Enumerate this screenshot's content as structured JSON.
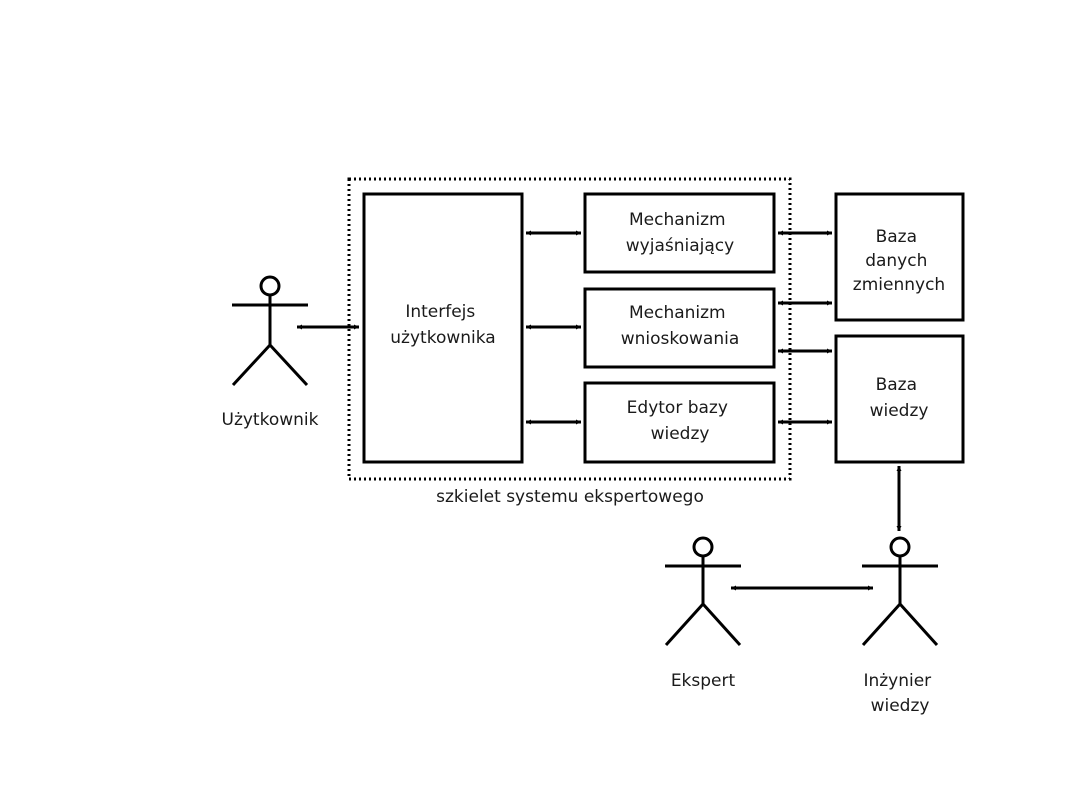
{
  "diagram": {
    "frame_label": "szkielet systemu ekspertowego",
    "boxes": {
      "interface": [
        "Interfejs",
        "użytkownika"
      ],
      "explanation": [
        "Mechanizm",
        "wyjaśniający"
      ],
      "inference": [
        "Mechanizm",
        "wnioskowania"
      ],
      "editor": [
        "Edytor bazy",
        "wiedzy"
      ],
      "variables_db": [
        "Baza",
        "danych",
        "zmiennych"
      ],
      "knowledge_base": [
        "Baza",
        "wiedzy"
      ]
    },
    "actors": {
      "user": [
        "Użytkownik"
      ],
      "expert": [
        "Ekspert"
      ],
      "knowledge_engineer": [
        "Inżynier",
        "wiedzy"
      ]
    }
  },
  "colors": {
    "stroke": "#000000",
    "text": "#1a1a1a",
    "background": "#ffffff"
  }
}
